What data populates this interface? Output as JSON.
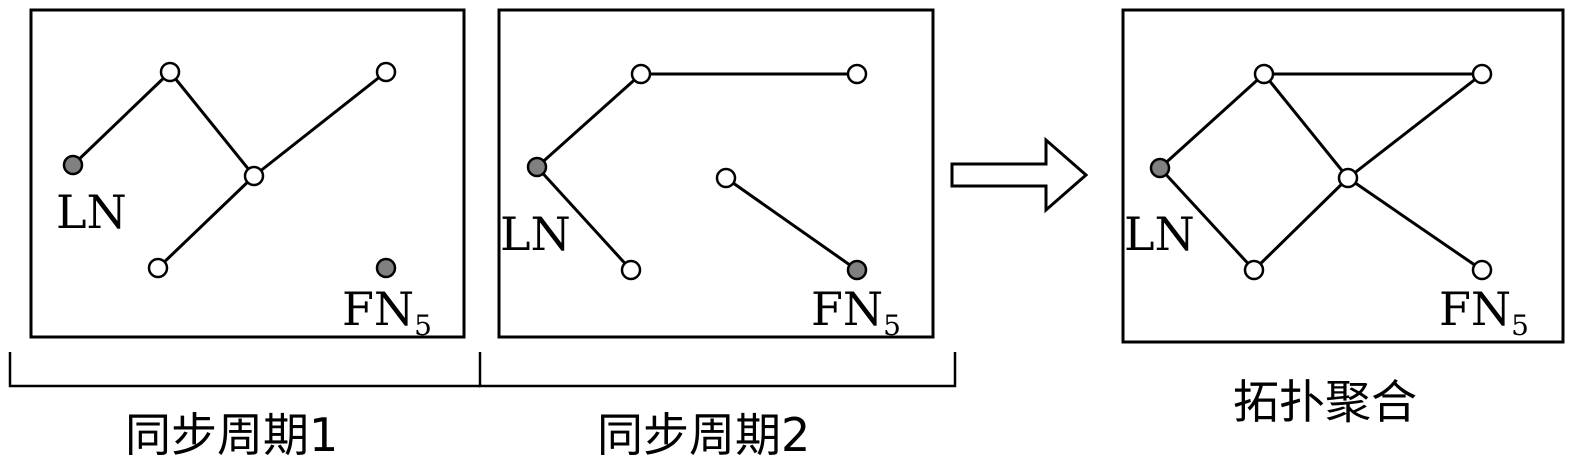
{
  "labels": {
    "leader_node": "LN",
    "follower_node_prefix": "FN",
    "follower_node_index": "5"
  },
  "captions": {
    "period1": "同步周期1",
    "period2": "同步周期2",
    "aggregation": "拓扑聚合"
  },
  "colors": {
    "filled_node": "#808080",
    "open_node": "#ffffff",
    "line": "#000000"
  }
}
